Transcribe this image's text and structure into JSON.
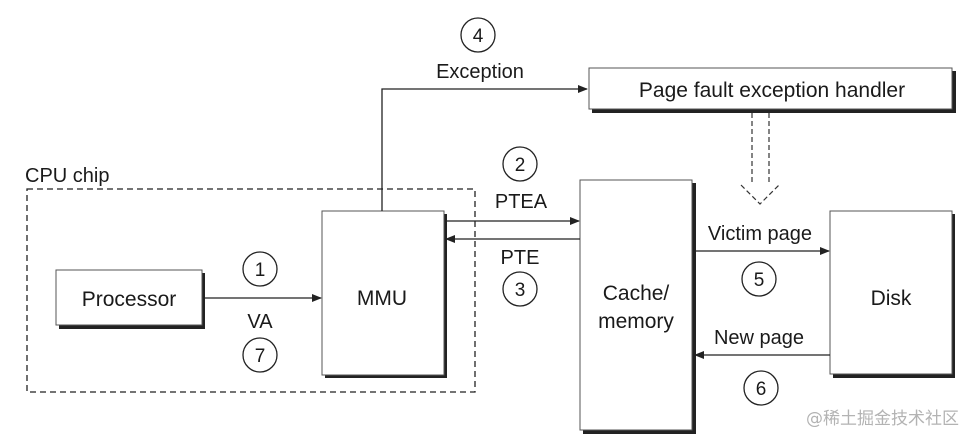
{
  "diagram": {
    "cpu_chip_label": "CPU chip",
    "components": {
      "processor": "Processor",
      "mmu": "MMU",
      "cache_memory_line1": "Cache/",
      "cache_memory_line2": "memory",
      "disk": "Disk",
      "handler": "Page fault exception handler"
    },
    "signals": {
      "exception": "Exception",
      "ptea": "PTEA",
      "pte": "PTE",
      "va": "VA",
      "victim_page": "Victim page",
      "new_page": "New page"
    },
    "steps": {
      "s1": "1",
      "s2": "2",
      "s3": "3",
      "s4": "4",
      "s5": "5",
      "s6": "6",
      "s7": "7"
    },
    "watermark": "@稀土掘金技术社区"
  }
}
